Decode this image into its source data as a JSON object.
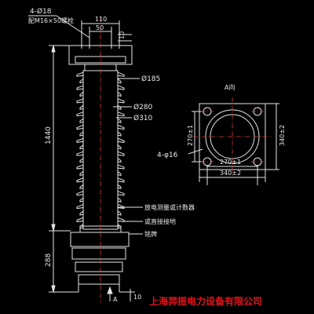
{
  "colors": {
    "background": "#000000",
    "line": "#e6e6e6",
    "centerline": "#d23b3b",
    "company": "#e5141c"
  },
  "labels": {
    "top_holes": "4-Ø18",
    "top_bolt_note": "配M16×50螺栓",
    "top_width": "110",
    "top_inner": "50",
    "top_small": "10",
    "dim_185": "Ø185",
    "dim_280": "Ø280",
    "dim_310": "Ø310",
    "height_total": "1440",
    "height_base": "288",
    "base_offset": "10",
    "annotation_1": "放电测量或计数器",
    "annotation_2": "或直接接地",
    "annotation_3": "铭牌",
    "section_view": "A向",
    "arrow_a": "A"
  },
  "plan_view": {
    "dim_270_w": "270±1",
    "dim_340_w": "340±2",
    "dim_270_h": "270±1",
    "dim_340_h": "340±2",
    "holes": "4-φ16"
  },
  "footer": {
    "company": "上海羿振电力设备有限公司"
  }
}
